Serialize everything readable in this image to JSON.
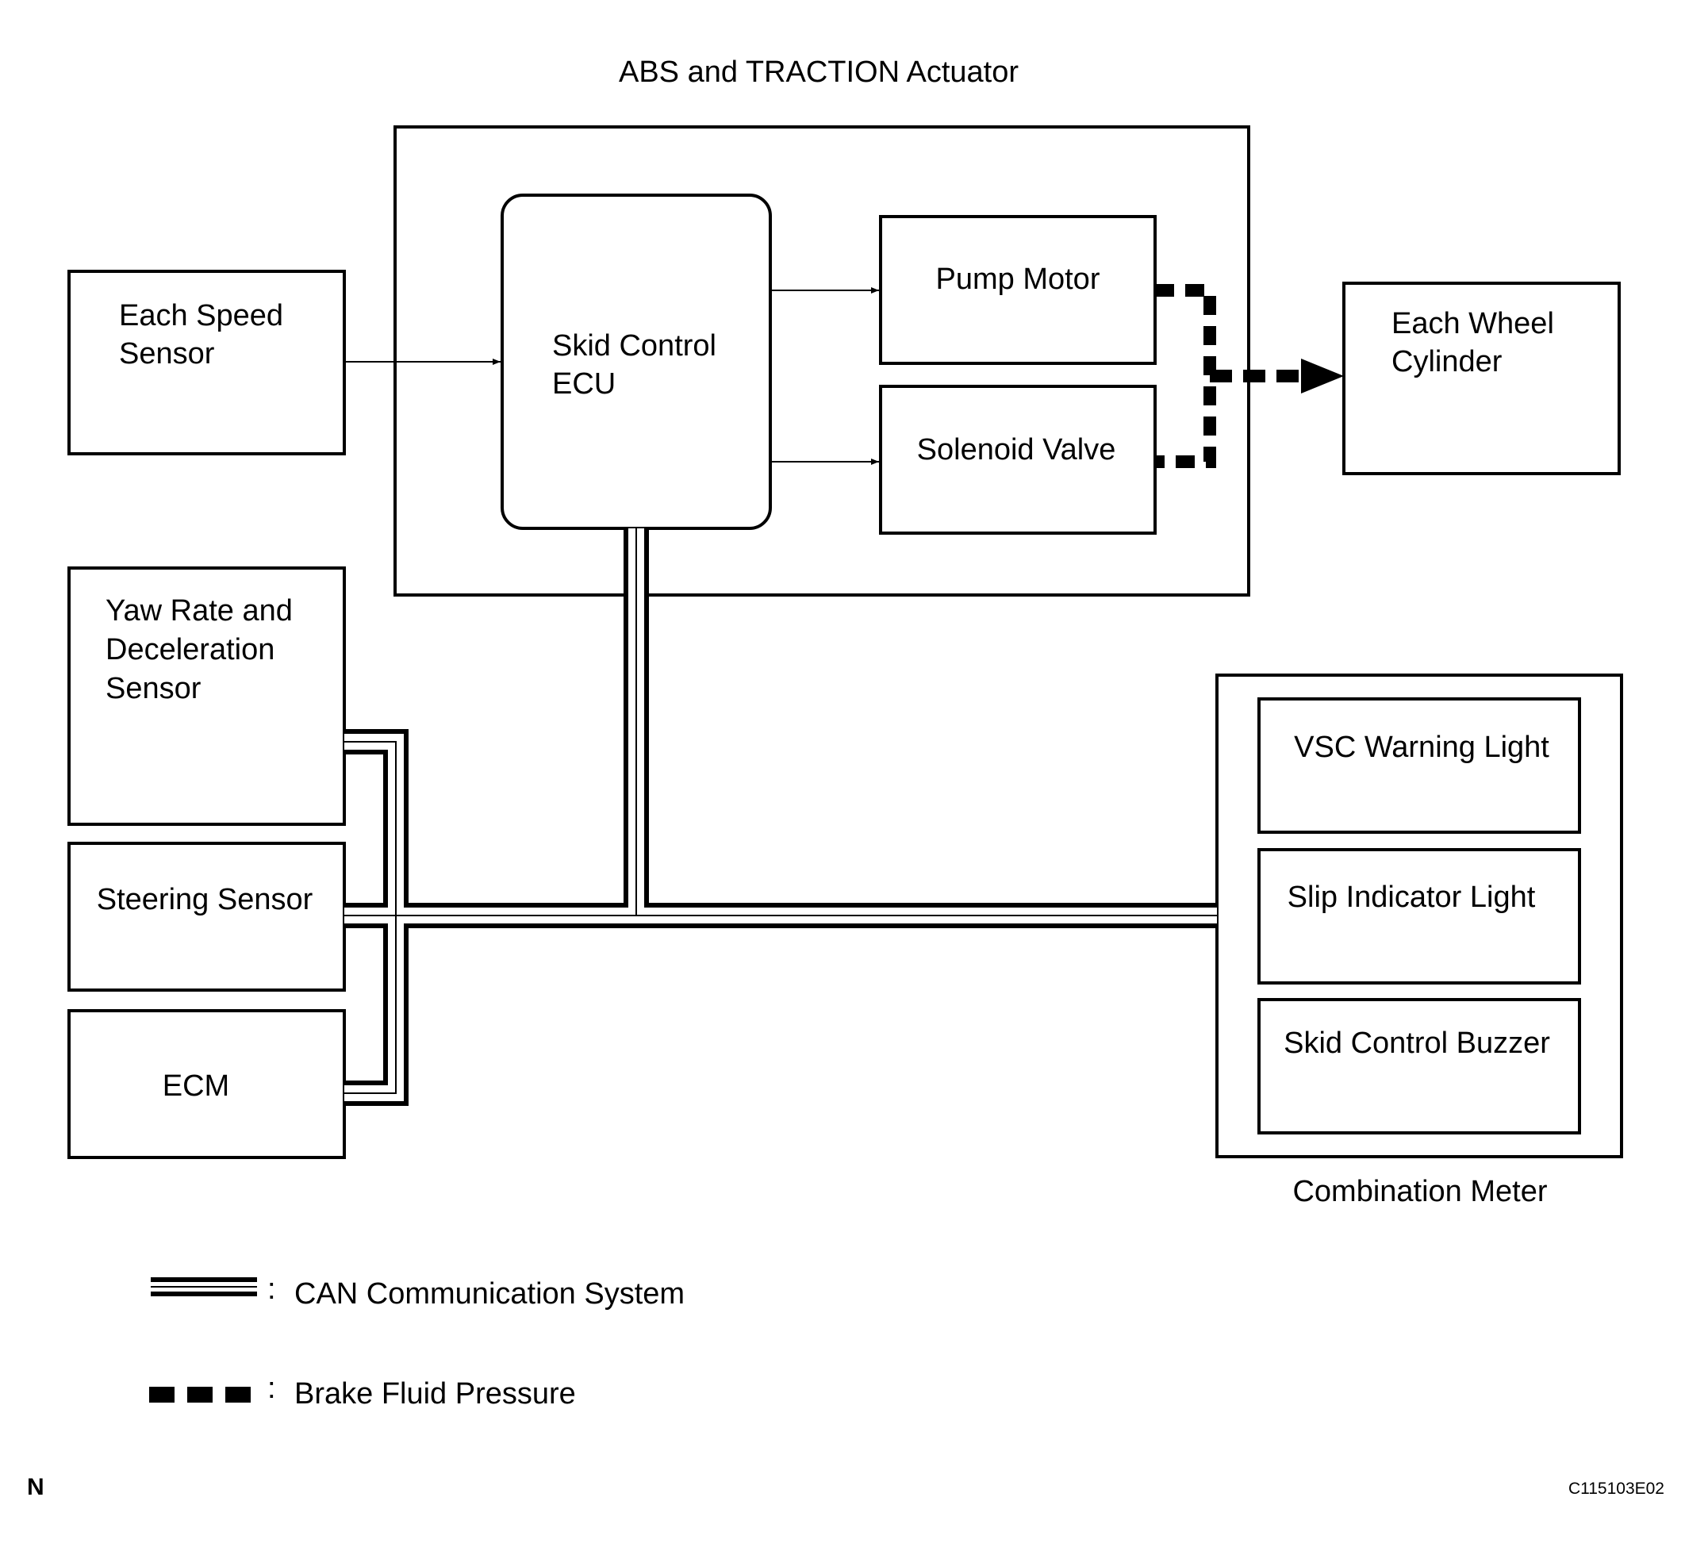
{
  "title": "ABS and TRACTION Actuator",
  "boxes": {
    "skid_control_ecu": [
      "Skid Control",
      "ECU"
    ],
    "pump_motor": [
      "Pump Motor"
    ],
    "solenoid_valve": [
      "Solenoid Valve"
    ],
    "each_speed_sensor": [
      "Each Speed",
      "Sensor"
    ],
    "each_wheel_cylinder": [
      "Each Wheel",
      "Cylinder"
    ],
    "yaw_rate_sensor": [
      "Yaw Rate and",
      "Deceleration",
      "Sensor"
    ],
    "steering_sensor": [
      "Steering Sensor"
    ],
    "ecm": [
      "ECM"
    ],
    "vsc_warning_light": [
      "VSC Warning Light"
    ],
    "slip_indicator_light": [
      "Slip Indicator Light"
    ],
    "skid_control_buzzer": [
      "Skid Control Buzzer"
    ]
  },
  "combination_meter_label": "Combination Meter",
  "legend": {
    "can": "CAN Communication System",
    "brake": "Brake Fluid Pressure",
    "separator": ":"
  },
  "corner_left": "N",
  "corner_right": "C115103E02"
}
